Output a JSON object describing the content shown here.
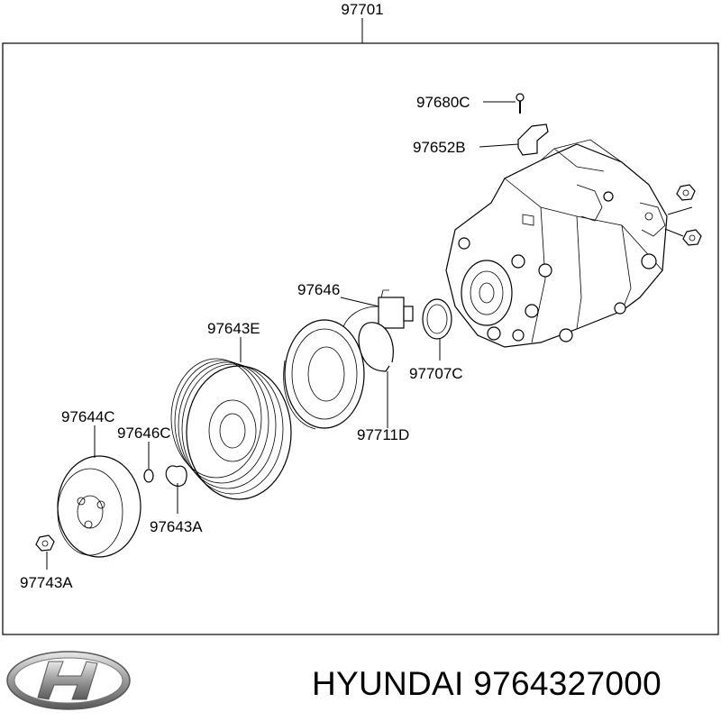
{
  "diagram": {
    "assembly_label": "97701",
    "part_labels": {
      "p97680C": "97680C",
      "p97652B": "97652B",
      "p97646": "97646",
      "p97643E": "97643E",
      "p97707C": "97707C",
      "p97644C": "97644C",
      "p97646C": "97646C",
      "p97711D": "97711D",
      "p97643A": "97643A",
      "p97743A": "97743A"
    }
  },
  "footer": {
    "brand": "HYUNDAI",
    "part_number": "9764327000",
    "caption": "HYUNDAI 9764327000",
    "logo_icon": "hyundai-logo-icon"
  }
}
